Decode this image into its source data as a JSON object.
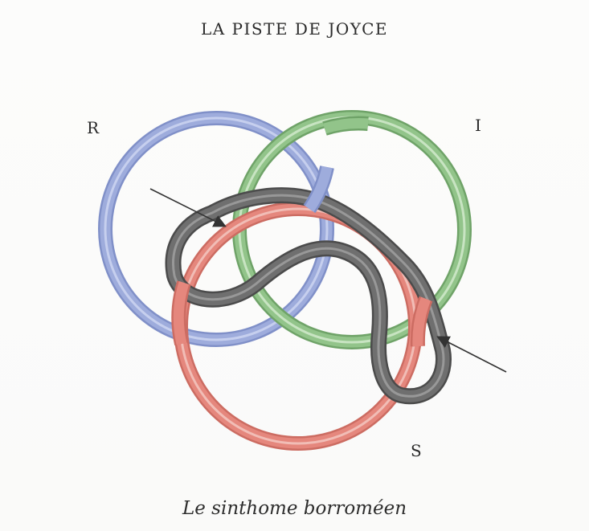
{
  "figure": {
    "title": "LA PISTE DE JOYCE",
    "caption": "Le sinthome borroméen",
    "labels": {
      "r": "R",
      "i": "I",
      "s": "S"
    },
    "colors": {
      "real": "#9eacdc",
      "imaginary": "#92c48a",
      "symbolic": "#e5877d",
      "sinthome": "#6f6f6f",
      "arrow": "#333333"
    }
  }
}
